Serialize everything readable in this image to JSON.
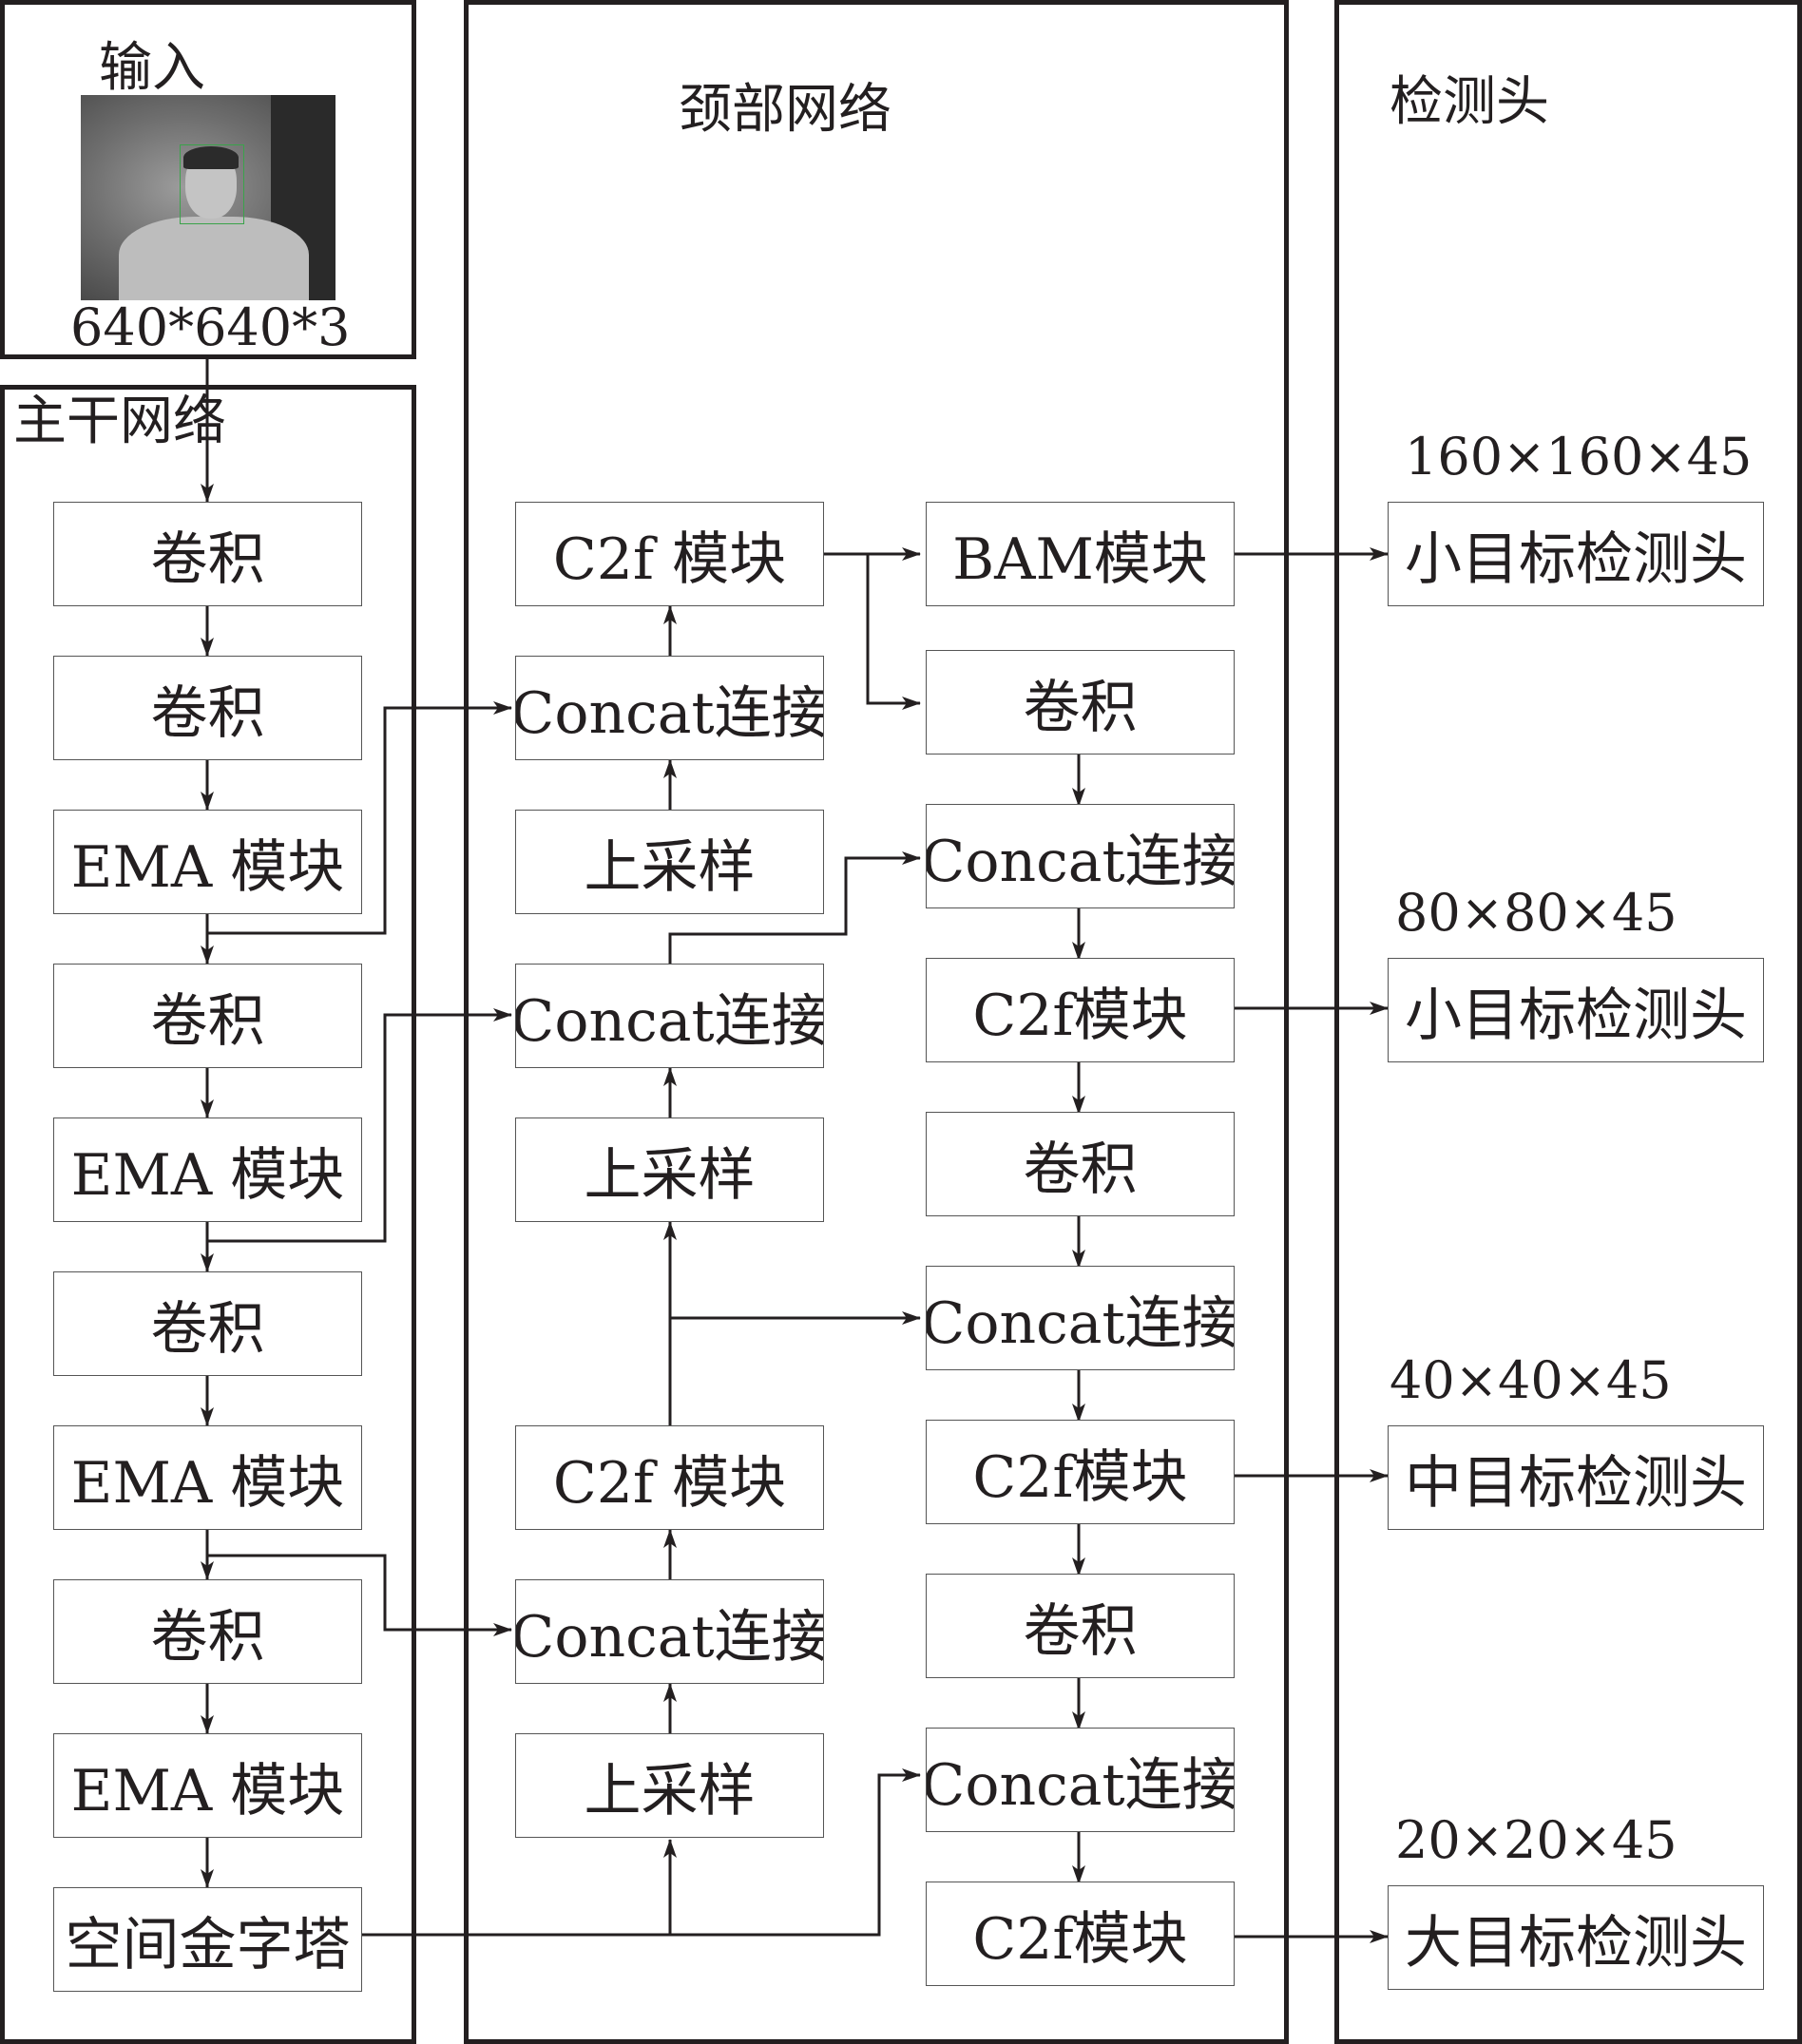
{
  "input": {
    "title": "输入",
    "size": "640*640*3"
  },
  "backbone": {
    "title": "主干网络",
    "blocks": [
      "卷积",
      "卷积",
      "EMA 模块",
      "卷积",
      "EMA 模块",
      "卷积",
      "EMA 模块",
      "卷积",
      "EMA 模块",
      "空间金字塔"
    ]
  },
  "neck": {
    "title": "颈部网络",
    "left": [
      "C2f 模块",
      "Concat连接",
      "上采样",
      "Concat连接",
      "上采样",
      "C2f 模块",
      "Concat连接",
      "上采样"
    ],
    "right": [
      "BAM模块",
      "卷积",
      "Concat连接",
      "C2f模块",
      "卷积",
      "Concat连接",
      "C2f模块",
      "卷积",
      "Concat连接",
      "C2f模块"
    ]
  },
  "head": {
    "title": "检测头",
    "outputs": [
      {
        "dim": "160×160×45",
        "label": "小目标检测头"
      },
      {
        "dim": "80×80×45",
        "label": "小目标检测头"
      },
      {
        "dim": "40×40×45",
        "label": "中目标检测头"
      },
      {
        "dim": "20×20×45",
        "label": "大目标检测头"
      }
    ]
  }
}
